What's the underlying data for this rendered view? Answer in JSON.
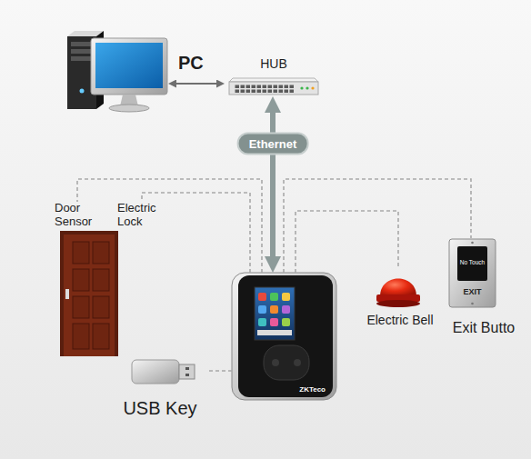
{
  "diagram": {
    "nodes": [
      {
        "text": [
          "PC"
        ]
      },
      {
        "text": [
          "HUB"
        ]
      },
      {
        "text": [
          "ZKTeco"
        ]
      },
      {
        "text": [
          "Door Sensor"
        ]
      },
      {
        "text": [
          "Electric Lock"
        ]
      },
      {
        "text": [
          "Electric Bell"
        ]
      },
      {
        "text": [
          "Exit Butto"
        ]
      },
      {
        "text": [
          "USB Key"
        ]
      }
    ],
    "edges": [
      {
        "from": 0,
        "to": 1,
        "arrow": "both"
      },
      {
        "from": 1,
        "to": 2,
        "label": "Ethernet",
        "arrow": "both"
      },
      {
        "from": 2,
        "to": 3,
        "arrow": "none"
      },
      {
        "from": 2,
        "to": 4,
        "arrow": "none"
      },
      {
        "from": 2,
        "to": 5,
        "arrow": "none"
      },
      {
        "from": 2,
        "to": 6,
        "arrow": "none"
      },
      {
        "from": 2,
        "to": 7,
        "arrow": "none"
      }
    ],
    "labels": [
      "No Touch",
      "EXIT"
    ]
  }
}
